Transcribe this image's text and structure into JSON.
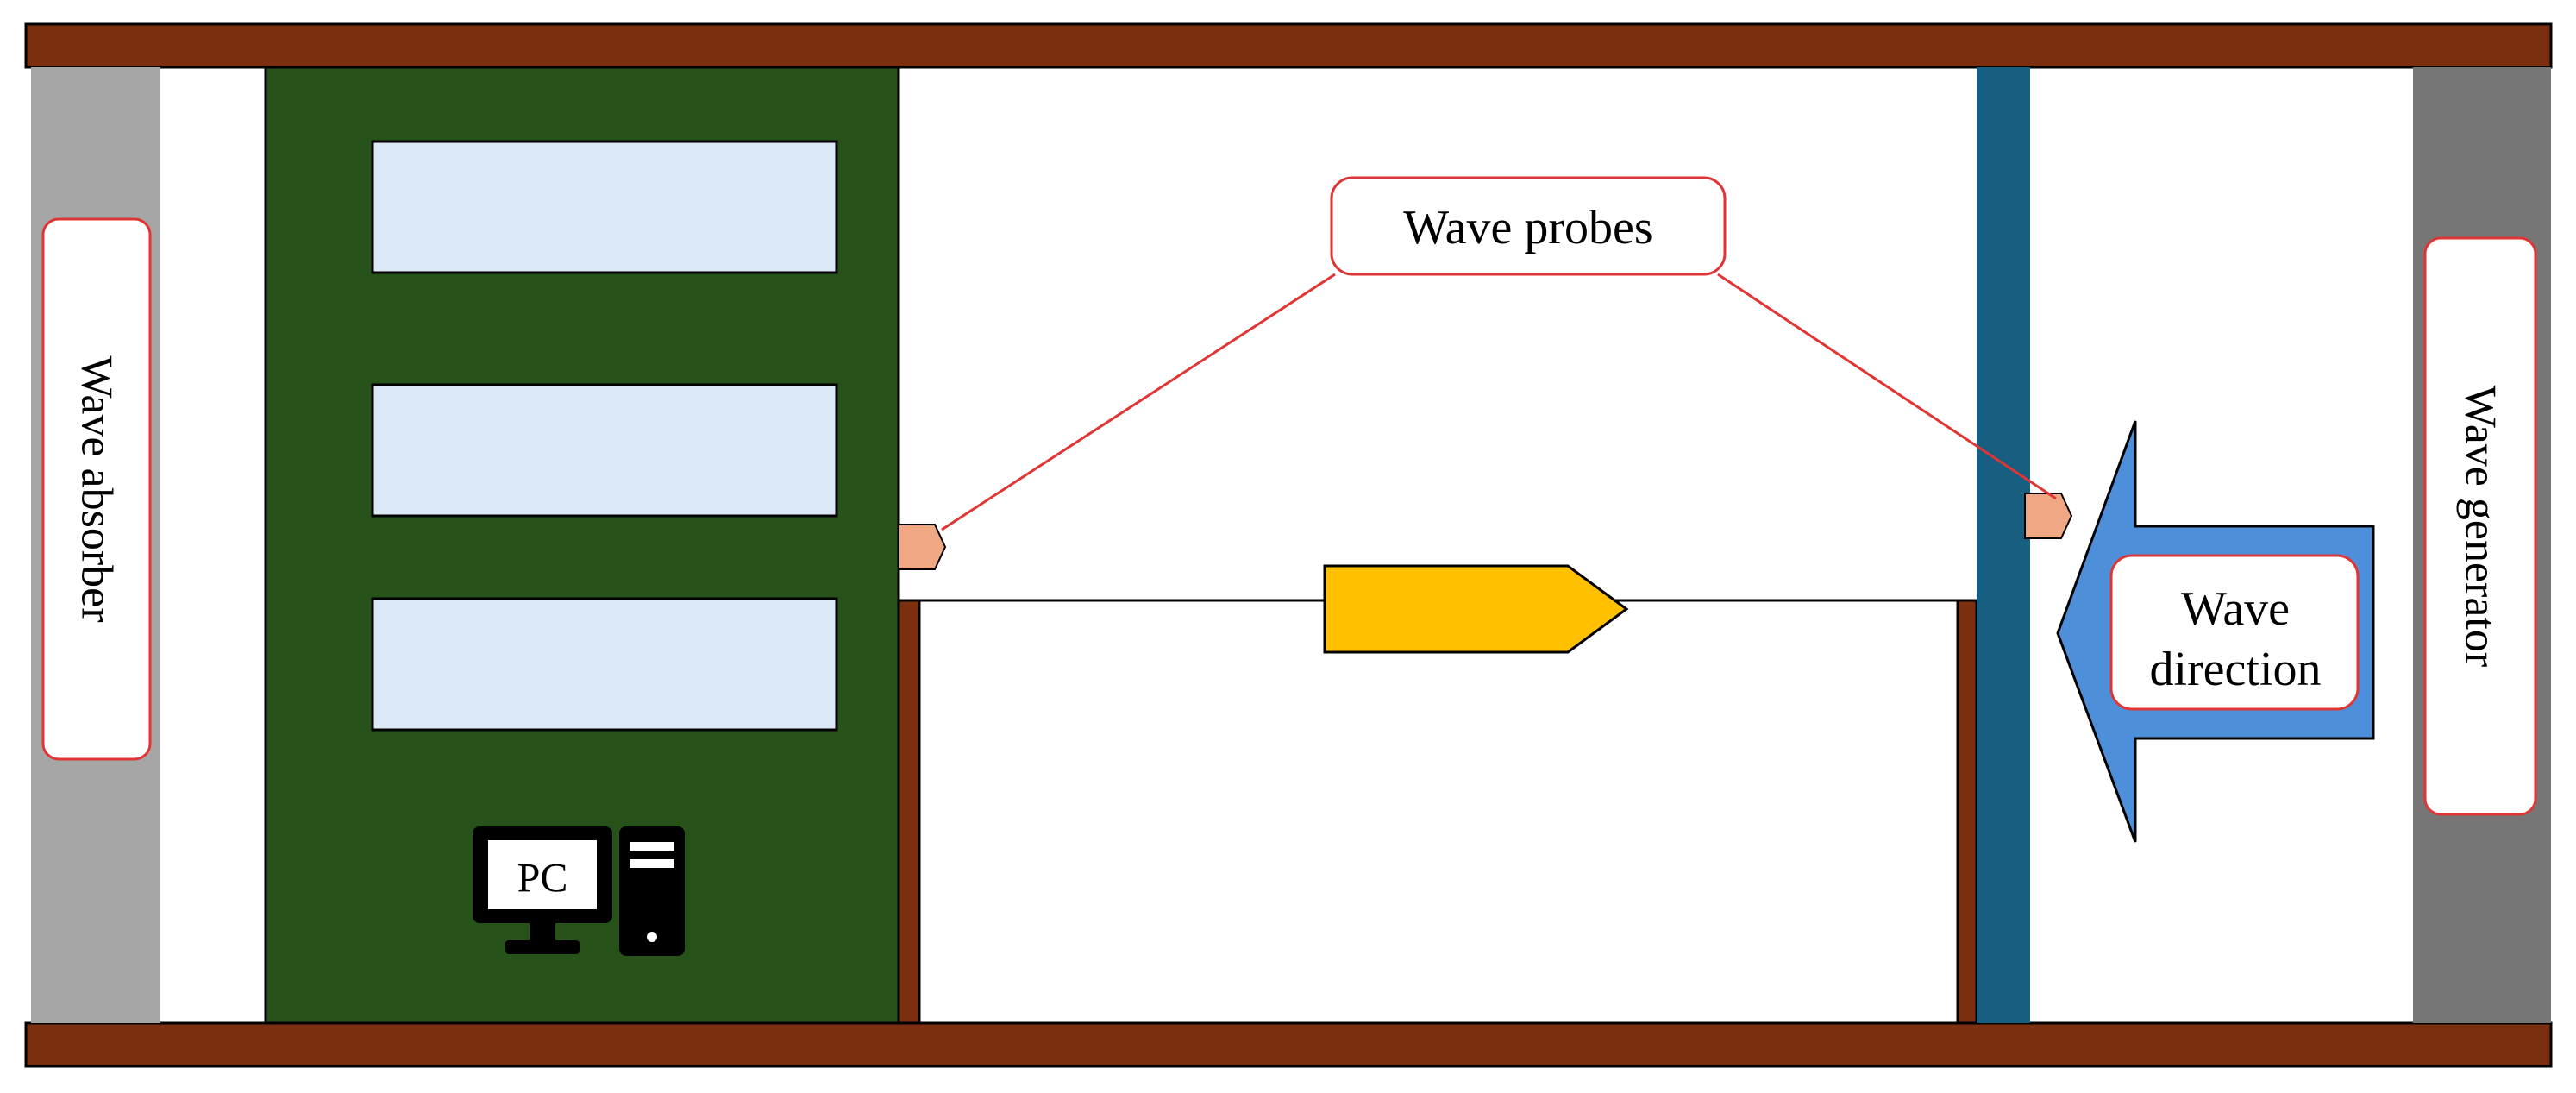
{
  "labels": {
    "wave_absorber": "Wave absorber",
    "wave_generator": "Wave generator",
    "wave_probes": "Wave probes",
    "wave_direction_line1": "Wave",
    "wave_direction_line2": "direction",
    "pc": "PC"
  },
  "colors": {
    "tank_wall": "#7b2f0f",
    "absorber": "#a6a6a6",
    "generator": "#767676",
    "control_room": "#27531b",
    "panel": "#dbe8f5",
    "probe_rail": "#175e80",
    "probe": "#f0a884",
    "model": "#ffc000",
    "arrow": "#4d8fd8",
    "callout_border": "#e03535",
    "leader_line": "#e03535"
  },
  "icons": {
    "computer": "desktop-computer-icon"
  }
}
